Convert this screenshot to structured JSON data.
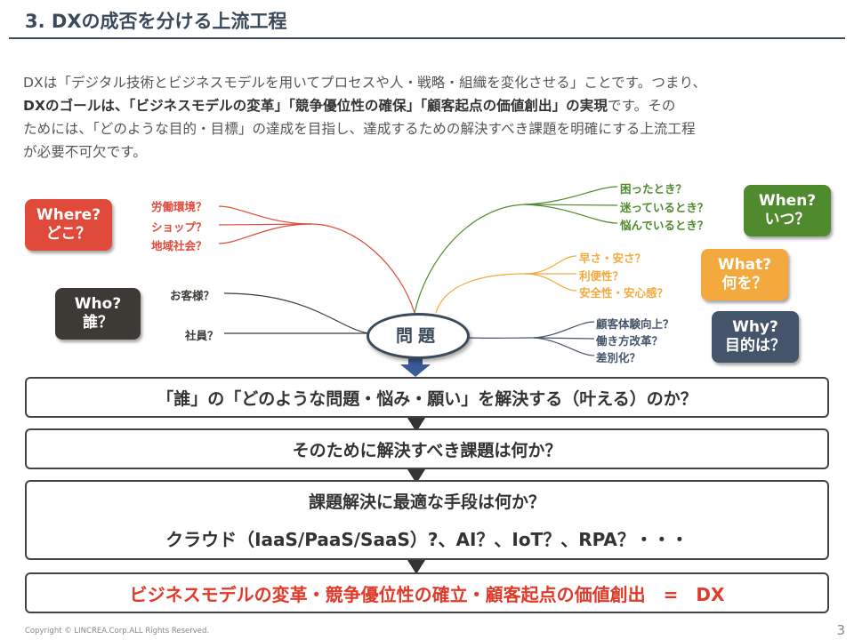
{
  "header": {
    "title": "3.  DXの成否を分ける上流工程"
  },
  "intro": {
    "p1": "DXは「デジタル技術とビジネスモデルを用いてプロセスや人・戦略・組織を変化させる」ことです。つまり、",
    "p2_bold": "DXのゴールは、「ビジネスモデルの変革」「競争優位性の確保」「顧客起点の価値創出」の実現",
    "p2_rest": "です。その",
    "p3": "ためには、「どのような目的・目標」の達成を目指し、達成するための解決すべき課題を明確にする上流工程",
    "p4": "が必要不可欠です。"
  },
  "diagram": {
    "center": "問題",
    "where": {
      "l1": "Where?",
      "l2": "どこ？",
      "items": [
        "労働環境？",
        "ショップ？",
        "地域社会？"
      ]
    },
    "who": {
      "l1": "Who?",
      "l2": "誰？",
      "items": [
        "お客様？",
        "社員？"
      ]
    },
    "when": {
      "l1": "When?",
      "l2": "いつ？",
      "items": [
        "困ったとき？",
        "迷っているとき？",
        "悩んでいるとき？"
      ]
    },
    "what": {
      "l1": "What?",
      "l2": "何を？",
      "items": [
        "早さ・安さ？",
        "利便性？",
        "安全性・安心感？"
      ]
    },
    "why": {
      "l1": "Why?",
      "l2": "目的は？",
      "items": [
        "顧客体験向上？",
        "働き方改革？",
        "差別化？"
      ]
    }
  },
  "flow": {
    "step1": "「誰」の「どのような問題・悩み・願い」を解決する（叶える）のか？",
    "step2": "そのために解決すべき課題は何か？",
    "step3_line1": "課題解決に最適な手段は何か？",
    "step3_line2": "クラウド（IaaS/PaaS/SaaS）?、AI？、IoT？、RPA？・・・",
    "step4": "ビジネスモデルの変革・競争優位性の確立・顧客起点の価値創出　=　DX"
  },
  "colors": {
    "where": "#e04a3a",
    "who": "#3d3a36",
    "when": "#4f8a2e",
    "what": "#f3a93d",
    "why": "#44546a",
    "dx": "#e03a2a"
  },
  "footer": {
    "copyright": "Copyright © LINCREA.Corp.ALL Rights Reserved.",
    "page": "3"
  }
}
